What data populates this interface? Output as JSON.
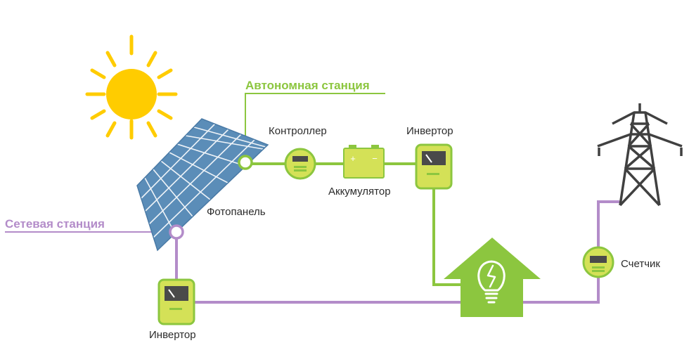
{
  "labels": {
    "autonomous_station": "Автономная станция",
    "grid_station": "Сетевая станция",
    "controller": "Контроллер",
    "inverter_top": "Инвертор",
    "battery": "Аккумулятор",
    "solar_panel": "Фотопанель",
    "inverter_bottom": "Инвертор",
    "meter": "Счетчик"
  },
  "colors": {
    "green": "#8cc63f",
    "lime": "#d4e157",
    "purple": "#b38cc9",
    "sun": "#ffcc00",
    "panel": "#5b8db8",
    "tower": "#404040",
    "screen": "#4a4a4a"
  },
  "icons": [
    "sun-icon",
    "solar-panel-icon",
    "controller-icon",
    "battery-icon",
    "inverter-icon",
    "house-icon",
    "lightbulb-icon",
    "meter-icon",
    "power-tower-icon"
  ]
}
